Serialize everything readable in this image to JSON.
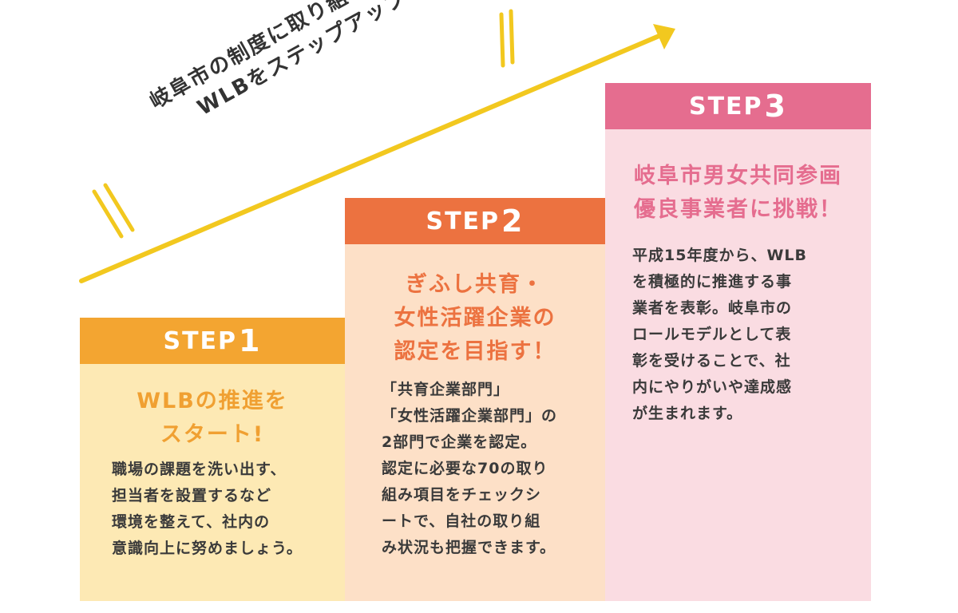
{
  "slogan": {
    "line1": "岐阜市の制度に取り組みながら、",
    "line2": "WLBをステップアップ！"
  },
  "colors": {
    "arrow": "#f2c81f",
    "step1_accent": "#f3a531",
    "step1_bg": "#fde9b4",
    "step2_accent": "#ec7240",
    "step2_bg": "#fde0c7",
    "step3_accent": "#e56d8f",
    "step3_bg": "#fadce2"
  },
  "steps": [
    {
      "word": "STEP",
      "num": "1",
      "title_lines": [
        "WLBの推進を",
        "スタート!"
      ],
      "text": "職場の課題を洗い出す、\n担当者を設置するなど\n環境を整えて、社内の\n意識向上に努めましょう。"
    },
    {
      "word": "STEP",
      "num": "2",
      "title_lines": [
        "ぎふし共育・",
        "女性活躍企業の",
        "認定を目指す！"
      ],
      "text": "「共育企業部門」\n「女性活躍企業部門」の\n2部門で企業を認定。\n認定に必要な70の取り\n組み項目をチェックシ\nートで、自社の取り組\nみ状況も把握できます。"
    },
    {
      "word": "STEP",
      "num": "3",
      "title_lines": [
        "岐阜市男女共同参画",
        "優良事業者に挑戦！"
      ],
      "text": "平成15年度から、WLB\nを積極的に推進する事\n業者を表彰。岐阜市の\nロールモデルとして表\n彰を受けることで、社\n内にやりがいや達成感\nが生まれます。"
    }
  ]
}
